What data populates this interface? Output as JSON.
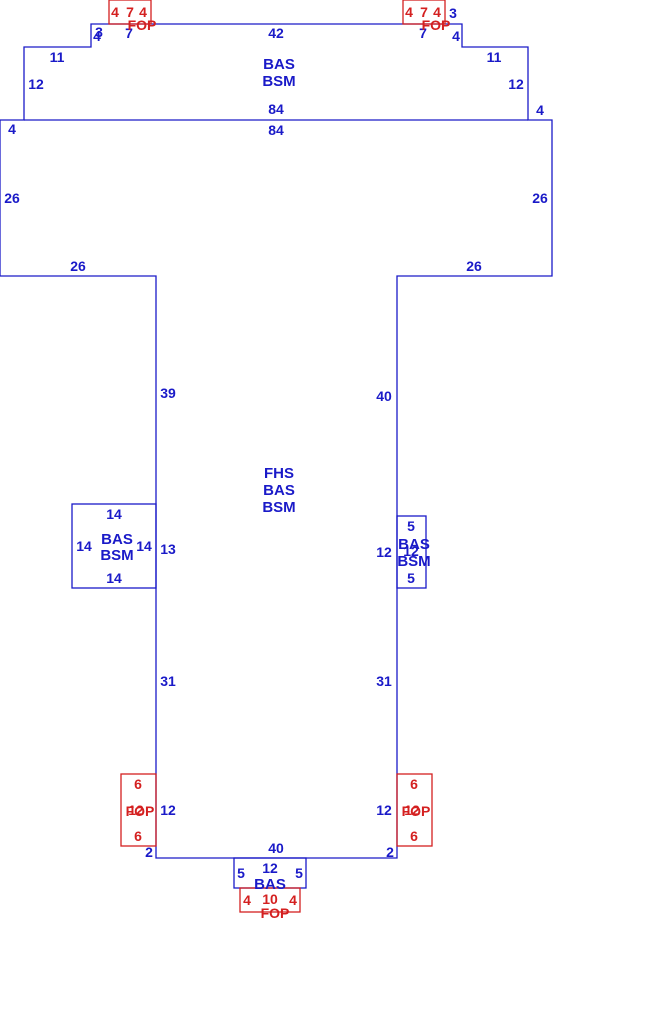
{
  "colors": {
    "main_outline": "#1a1ac8",
    "porch_outline": "#d42020",
    "background": "#ffffff"
  },
  "top_section": {
    "codes": [
      "BAS",
      "BSM"
    ],
    "dims": {
      "top": "42",
      "step_left": "11",
      "step_right": "11",
      "side_left": "12",
      "side_right": "12",
      "corner_left": "4",
      "corner_right": "4",
      "inner_left": "7",
      "inner_right": "7",
      "small_left": "3",
      "small_right": "3",
      "bottom": "84"
    }
  },
  "cross_section": {
    "dims": {
      "top": "84",
      "corner_left": "4",
      "side_left": "26",
      "side_right": "26",
      "bottom_left": "26",
      "bottom_right": "26"
    }
  },
  "main_section": {
    "codes": [
      "FHS",
      "BAS",
      "BSM"
    ],
    "dims": {
      "left_upper": "39",
      "right_upper": "40",
      "left_mid": "13",
      "right_mid": "12",
      "left_lower": "31",
      "right_lower": "31",
      "left_bottom": "12",
      "right_bottom": "12",
      "bottom": "40",
      "corner_left": "2",
      "corner_right": "2"
    }
  },
  "left_bay": {
    "codes": [
      "BAS",
      "BSM"
    ],
    "dims": {
      "top": "14",
      "bottom": "14",
      "left": "14",
      "right": "14"
    }
  },
  "right_bay": {
    "codes": [
      "BAS",
      "BSM"
    ],
    "dims": {
      "top": "5",
      "bottom": "5",
      "side": "12"
    }
  },
  "bottom_bay": {
    "codes": [
      "BAS"
    ],
    "dims": {
      "top": "12",
      "left": "5",
      "right": "5"
    }
  },
  "porches": {
    "code": "FOP",
    "top_left": {
      "dims": [
        "4",
        "7",
        "4"
      ]
    },
    "top_right": {
      "dims": [
        "4",
        "7",
        "4"
      ]
    },
    "left": {
      "top": "6",
      "bottom": "6",
      "side": "12"
    },
    "right": {
      "top": "6",
      "bottom": "6",
      "side": "12"
    },
    "bottom": {
      "left": "4",
      "mid": "10",
      "right": "4"
    }
  }
}
